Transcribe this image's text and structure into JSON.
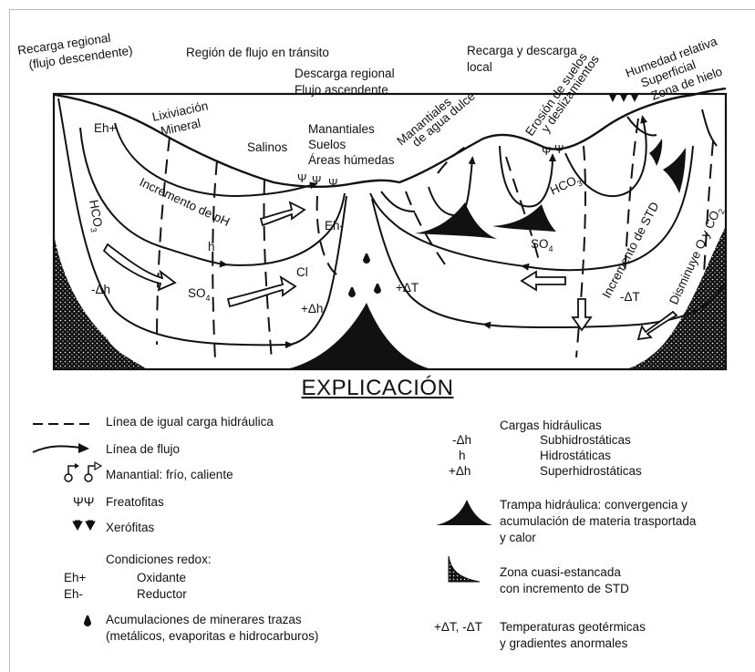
{
  "cross_section": {
    "labels": {
      "recarga_regional": [
        "Recarga regional",
        "(flujo descendente)"
      ],
      "lixiviacion": [
        "Lixiviación",
        "Mineral"
      ],
      "region_transito": "Región de flujo en tránsito",
      "descarga_regional": [
        "Descarga regional",
        "Flujo ascendente"
      ],
      "recarga_local": [
        "Recarga y descarga",
        "local"
      ],
      "salinos": "Salinos",
      "manantiales_suelos": [
        "Manantiales",
        "Suelos",
        "Áreas húmedas"
      ],
      "manantiales_agua_dulce": [
        "Manantiales",
        "de agua dulce"
      ],
      "erosion": [
        "Erosión de suelos",
        "y deslizamientos"
      ],
      "humedad": [
        "Humedad relativa",
        "Superficial",
        "Zona de hielo"
      ],
      "incremento_ph": "Incremento de pH",
      "incremento_std": "Incremento de STD",
      "disminuye": "Disminuye O y CO",
      "disminuye_sub": "2",
      "eh_plus": "Eh+",
      "eh_minus": "Eh-",
      "hco3_left": "HCO",
      "hco3_right": "HCO",
      "sub3": "3",
      "h": "h",
      "minus_dh": "-Δh",
      "plus_dh": "+Δh",
      "so4_left": "SO",
      "so4_right": "SO",
      "sub4": "4",
      "cl": "Cl",
      "plus_dt": "+ΔT",
      "minus_dt": "-ΔT",
      "psi": "Ψ"
    }
  },
  "legend": {
    "title": "EXPLICACIÓN",
    "left": {
      "isopotential": "Línea de igual carga hidráulica",
      "flowline": "Línea de flujo",
      "spring": "Manantial: frío, caliente",
      "phreatophytes_symbol": "ΨΨ",
      "phreatophytes": "Freatofitas",
      "xerophytes": "Xerófitas",
      "redox_title": "Condiciones redox:",
      "eh_plus": "Eh+",
      "oxidante": "Oxidante",
      "eh_minus": "Eh-",
      "reductor": "Reductor",
      "accumulations": [
        "Acumulaciones de minerares trazas",
        "(metálicos, evaporitas e hidrocarburos)"
      ]
    },
    "right": {
      "cargas_title": "Cargas hidráulicas",
      "minus_dh": "-Δh",
      "subhidro": "Subhidrostáticas",
      "h": "h",
      "hidro": "Hidrostáticas",
      "plus_dh": "+Δh",
      "superhidro": "Superhidrostáticas",
      "trap": [
        "Trampa hidráulica: convergencia y",
        "acumulación de materia trasportada",
        "y calor"
      ],
      "stagnant": [
        "Zona cuasi-estancada",
        "con incremento de STD"
      ],
      "dt_symbol": "+ΔT, -ΔT",
      "temps": [
        "Temperaturas geotérmicas",
        "y gradientes anormales"
      ]
    }
  },
  "colors": {
    "ink": "#111111",
    "frame": "#bdbdbd",
    "background": "#ffffff"
  }
}
